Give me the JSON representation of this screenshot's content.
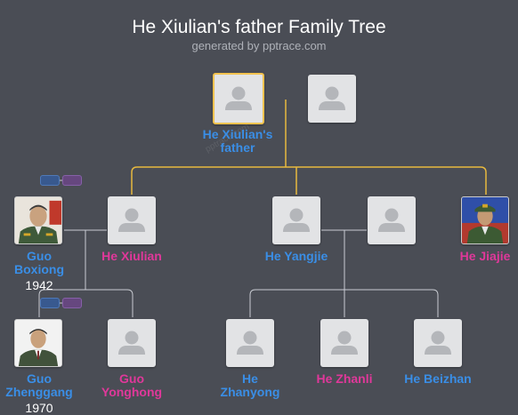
{
  "header": {
    "title": "He Xiulian's father Family Tree",
    "subtitle": "generated by pptrace.com"
  },
  "colors": {
    "background": "#4a4d55",
    "male": "#3a8ee6",
    "female": "#e0389a",
    "highlight": "#f2c24f",
    "line_main": "#e8b93e",
    "line_branch": "#c9ccd3"
  },
  "people": {
    "root": {
      "name": "He Xiulian's father"
    },
    "root_spouse": {
      "name": ""
    },
    "guo_boxiong": {
      "name": "Guo Boxiong",
      "year": "1942"
    },
    "he_xiulian": {
      "name": "He Xiulian"
    },
    "he_yangjie": {
      "name": "He Yangjie"
    },
    "he_yangjie_spouse": {
      "name": ""
    },
    "he_jiajie": {
      "name": "He Jiajie"
    },
    "guo_zhenggang": {
      "name": "Guo Zhenggang",
      "year": "1970"
    },
    "guo_yonghong": {
      "name": "Guo Yonghong"
    },
    "he_zhanyong": {
      "name": "He Zhanyong"
    },
    "he_zhanli": {
      "name": "He Zhanli"
    },
    "he_beizhan": {
      "name": "He Beizhan"
    }
  },
  "icons": {
    "placeholder": "person-silhouette-icon",
    "military": "military-portrait-icon",
    "civilian": "civilian-portrait-icon"
  }
}
